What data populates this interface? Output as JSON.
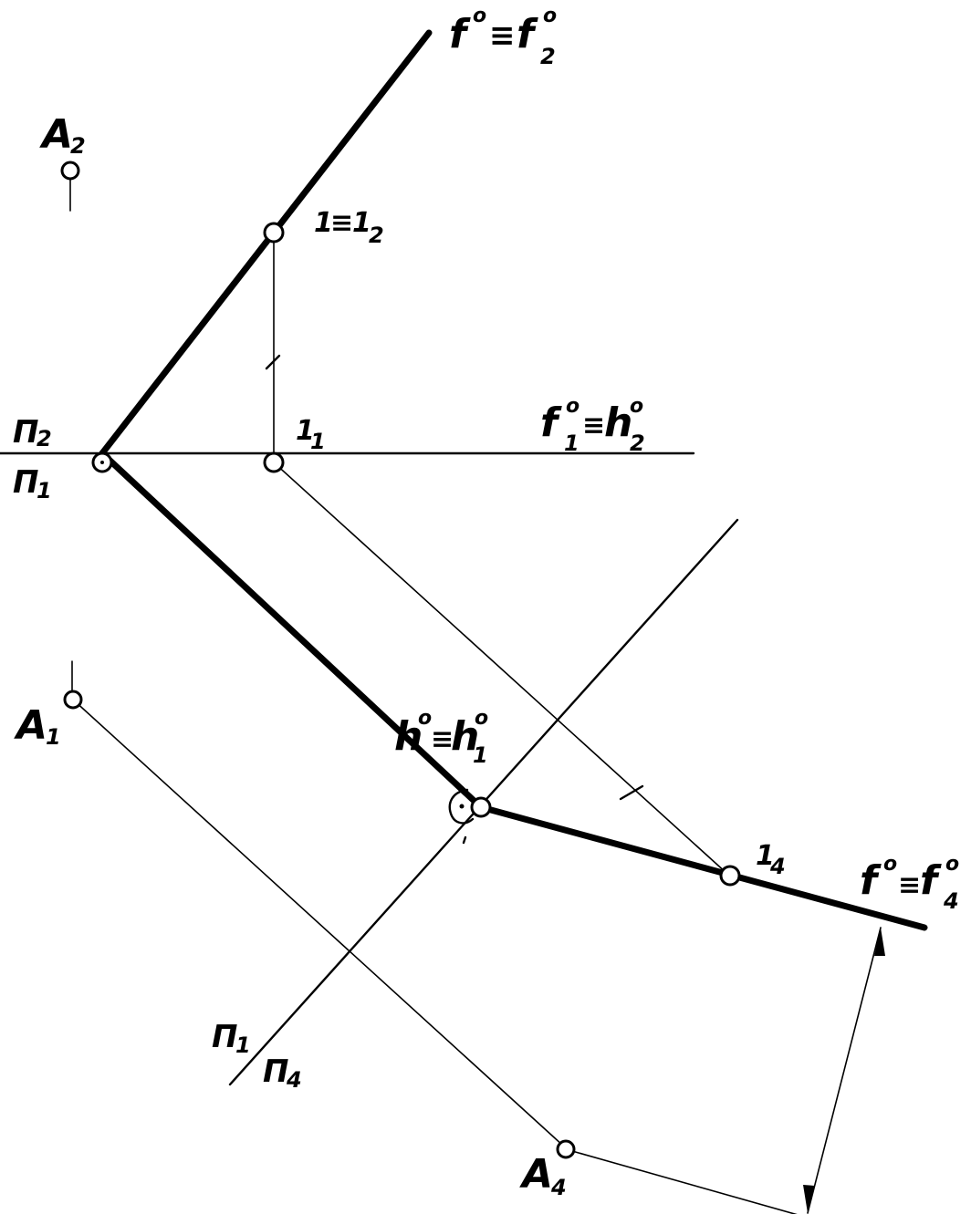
{
  "labels": {
    "f": "f",
    "f_sup": "o",
    "equiv": "≡",
    "f2": "f",
    "f2_sup": "o",
    "f2_sub": "2",
    "A2": "A",
    "A2_sub": "2",
    "p1": "1",
    "p1_equiv": "≡",
    "p1_2": "1",
    "p1_2_sub": "2",
    "P2_plane": "П",
    "P2_plane_sub": "2",
    "P1_plane": "П",
    "P1_plane_sub": "1",
    "p1_1": "1",
    "p1_1_sub": "1",
    "f1": "f",
    "f1_sup": "o",
    "f1_sub": "1",
    "h2": "h",
    "h2_sup": "o",
    "h2_sub": "2",
    "A1": "A",
    "A1_sub": "1",
    "h": "h",
    "h_sup": "o",
    "h1": "h",
    "h1_sup": "o",
    "h1_sub": "1",
    "p1_4": "1",
    "p1_4_sub": "4",
    "fb": "f",
    "fb_sup": "o",
    "f4": "f",
    "f4_sup": "o",
    "f4_sub": "4",
    "P1b_plane": "П",
    "P1b_plane_sub": "1",
    "P4_plane": "П",
    "P4_plane_sub": "4",
    "A4": "A",
    "A4_sub": "4"
  },
  "colors": {
    "ink": "#000000",
    "paper": "#ffffff"
  }
}
